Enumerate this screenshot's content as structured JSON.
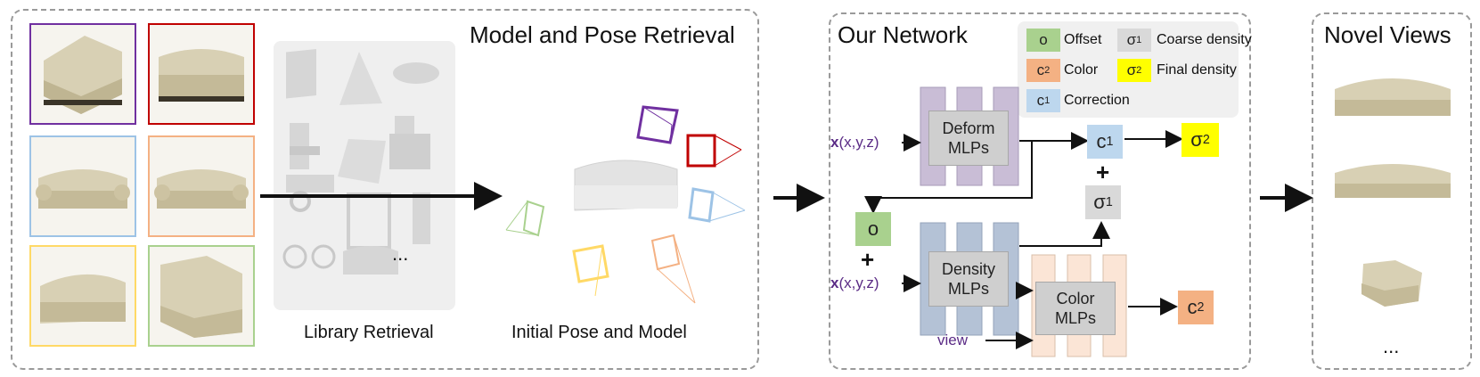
{
  "panels": {
    "retrieval_title": "Model and Pose Retrieval",
    "network_title": "Our Network",
    "novel_title": "Novel Views"
  },
  "captions": {
    "library": "Library Retrieval",
    "initial": "Initial Pose and Model",
    "ellipsis": "..."
  },
  "legend": {
    "items": [
      {
        "symbol": "o",
        "sub": "",
        "label": "Offset",
        "color": "#a9d18e"
      },
      {
        "symbol": "σ",
        "sub": "1",
        "label": "Coarse density",
        "color": "#d9d9d9"
      },
      {
        "symbol": "c",
        "sub": "2",
        "label": "Color",
        "color": "#f4b183"
      },
      {
        "symbol": "σ",
        "sub": "2",
        "label": "Final density",
        "color": "#ffff00"
      },
      {
        "symbol": "c",
        "sub": "1",
        "label": "Correction",
        "color": "#bdd7ee"
      }
    ]
  },
  "network": {
    "deform_label": "Deform MLPs",
    "density_label": "Density MLPs",
    "color_label": "Color MLPs",
    "input1": {
      "bold": "x",
      "rest": "(x,y,z)"
    },
    "input2": {
      "bold": "x",
      "rest": "(x,y,z)"
    },
    "view_label": "view",
    "plus": "+",
    "nodes": {
      "c1": {
        "symbol": "c",
        "sub": "1"
      },
      "sigma2": {
        "symbol": "σ",
        "sub": "2"
      },
      "sigma1": {
        "symbol": "σ",
        "sub": "1"
      },
      "offset": {
        "symbol": "o",
        "sub": ""
      },
      "c2": {
        "symbol": "c",
        "sub": "2"
      }
    }
  },
  "colors": {
    "purple": "#7030a0",
    "red": "#c00000",
    "blue": "#9dc3e6",
    "orange": "#f4b183",
    "yellow": "#ffd966",
    "green": "#a9d18e",
    "deform_bar": "#c9bdd6",
    "density_bar": "#b4c2d6",
    "color_bar": "#fbe5d6"
  }
}
